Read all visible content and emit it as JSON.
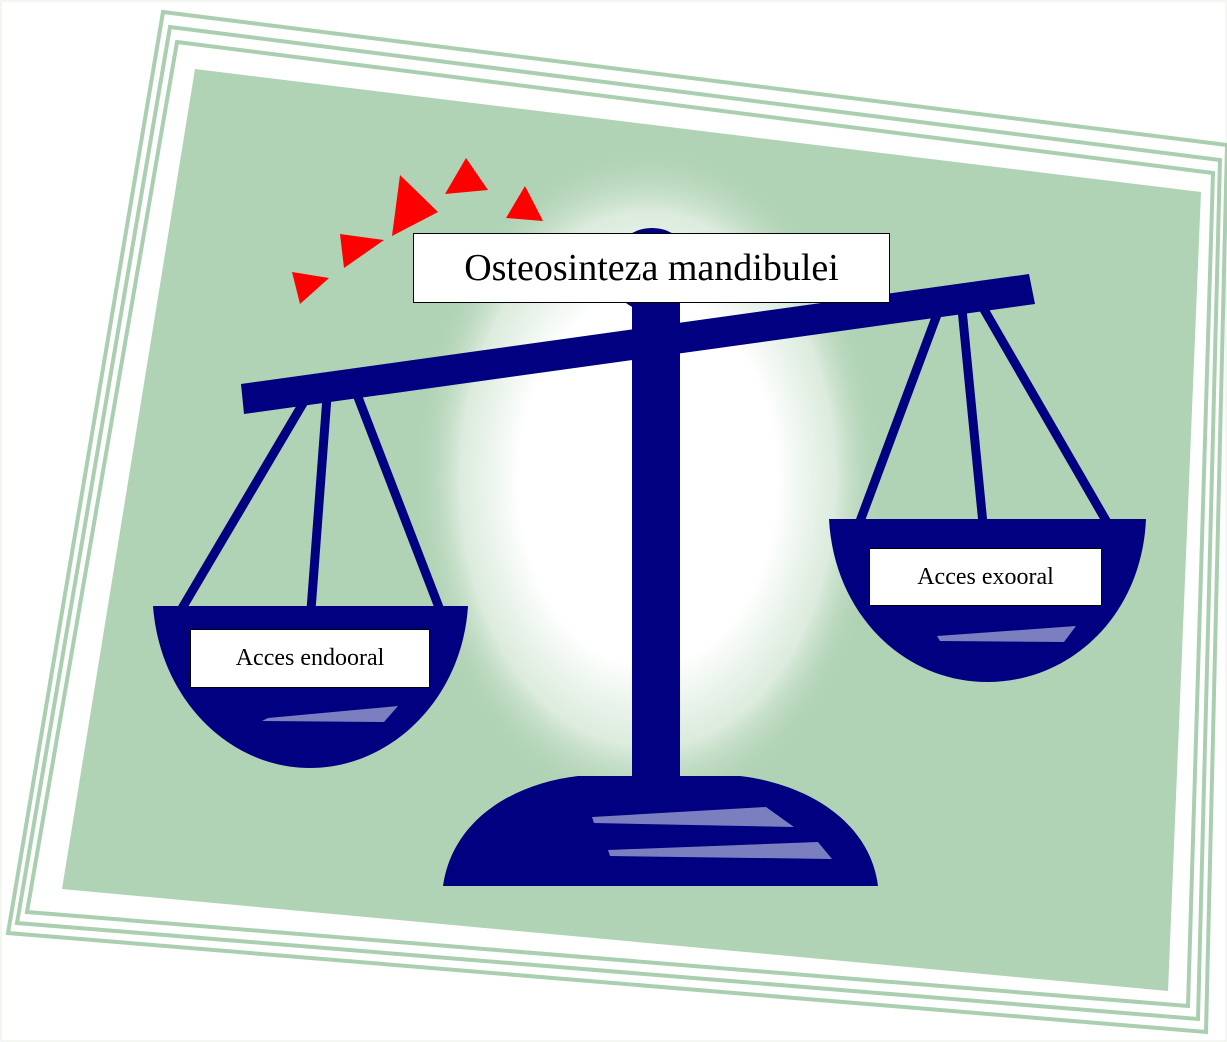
{
  "title": "Osteosinteza mandibulei",
  "left_pan_label": "Acces endooral",
  "right_pan_label": "Acces exooral",
  "colors": {
    "frame_green": "#aacfb0",
    "card_green": "#b1d3b5",
    "scale_navy": "#000080",
    "arrow_red": "#ff0000",
    "highlight_grey": "#7b7fc0",
    "glow_white": "#ffffff"
  },
  "icons": {
    "scale": "balance-scale-icon",
    "arrows": "red-arrowheads-icon"
  }
}
